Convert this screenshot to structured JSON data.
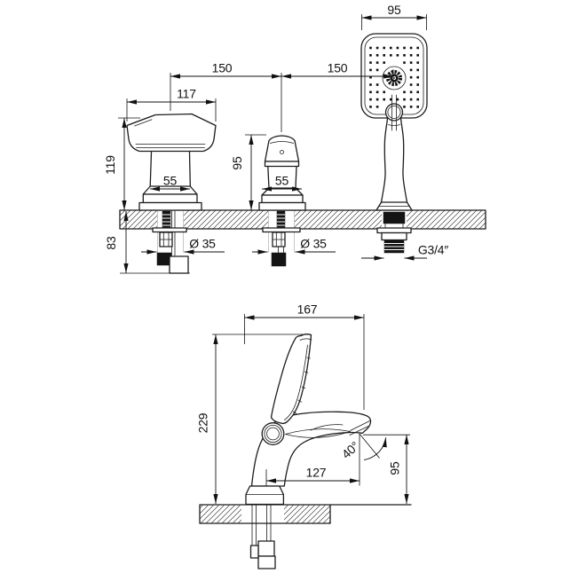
{
  "drawing": {
    "type": "technical-dimension-drawing",
    "subject": "three-hole deck mounted bath mixer with hand shower (front view and side view)",
    "dims": {
      "top": {
        "head_width": "95",
        "pitch_left": "150",
        "pitch_right": "150",
        "spout_top": "117",
        "spout_h": "119",
        "valve_h": "95",
        "spout_base": "55",
        "valve_base": "55",
        "under": "83",
        "hole_l": "Ø 35",
        "hole_r": "Ø 35",
        "thread": "G3/4″"
      },
      "side": {
        "depth": "167",
        "height": "229",
        "reach": "127",
        "outlet_h": "95",
        "angle": "40°"
      }
    },
    "line_color": "#1c1c1c",
    "background": "#ffffff"
  }
}
